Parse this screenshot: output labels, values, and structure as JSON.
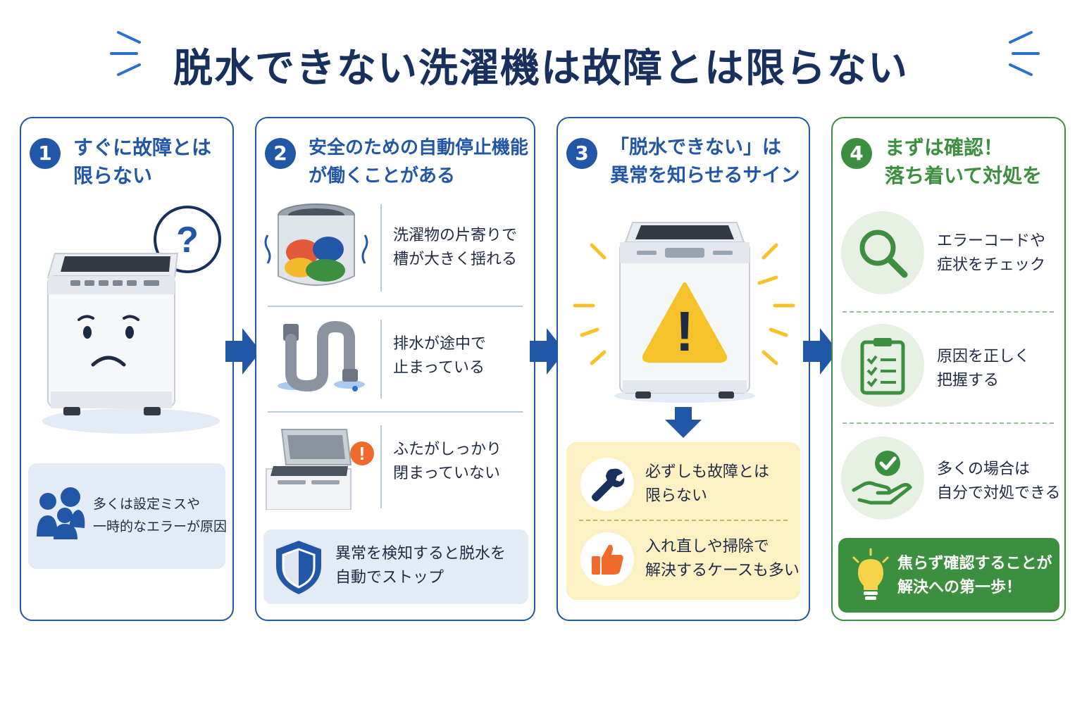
{
  "title": "脱水できない洗濯機は故障とは限らない",
  "colors": {
    "blue": "#2257a8",
    "navy": "#17305e",
    "green": "#3b8f3e",
    "yellow": "#f5c229",
    "orange": "#ef6a2b"
  },
  "panels": [
    {
      "number": "1",
      "title_lines": [
        "すぐに故障とは",
        "限らない"
      ],
      "note_lines": [
        "多くは設定ミスや",
        "一時的なエラーが原因"
      ]
    },
    {
      "number": "2",
      "title_lines": [
        "安全のための自動停止機能",
        "が働くことがある"
      ],
      "items": [
        {
          "lines": [
            "洗濯物の片寄りで",
            "槽が大きく揺れる"
          ]
        },
        {
          "lines": [
            "排水が途中で",
            "止まっている"
          ]
        },
        {
          "lines": [
            "ふたがしっかり",
            "閉まっていない"
          ]
        }
      ],
      "note_lines": [
        "異常を検知すると脱水を",
        "自動でストップ"
      ]
    },
    {
      "number": "3",
      "title_lines": [
        "「脱水できない」は",
        "異常を知らせるサイン"
      ],
      "items": [
        {
          "lines": [
            "必ずしも故障とは",
            "限らない"
          ]
        },
        {
          "lines": [
            "入れ直しや掃除で",
            "解決するケースも多い"
          ]
        }
      ]
    },
    {
      "number": "4",
      "title_lines": [
        "まずは確認！",
        "落ち着いて対処を"
      ],
      "items": [
        {
          "lines": [
            "エラーコードや",
            "症状をチェック"
          ]
        },
        {
          "lines": [
            "原因を正しく",
            "把握する"
          ]
        },
        {
          "lines": [
            "多くの場合は",
            "自分で対処できる"
          ]
        }
      ],
      "note_lines": [
        "焦らず確認することが",
        "解決への第一歩！"
      ]
    }
  ],
  "icons": {
    "question": "?",
    "warning": "!",
    "alert": "!"
  }
}
